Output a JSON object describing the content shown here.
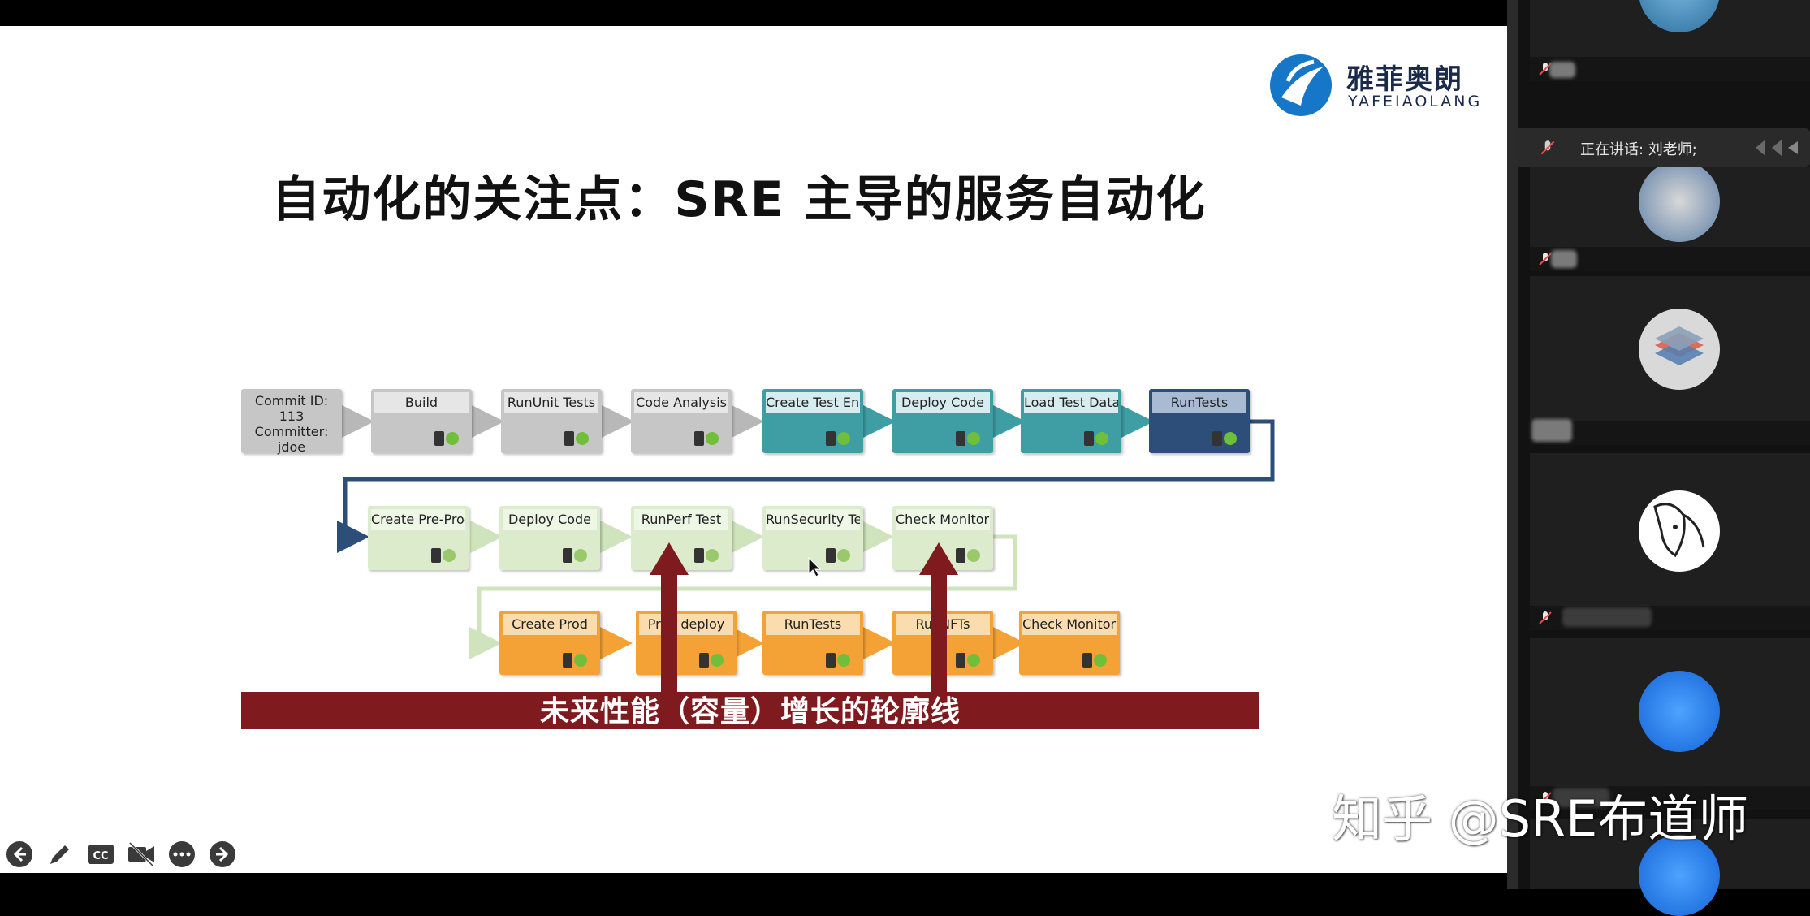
{
  "slide": {
    "title": "自动化的关注点：SRE 主导的服务自动化",
    "logo": {
      "cn": "雅菲奥朗",
      "en": "YAFEIAOLANG"
    },
    "commit": {
      "line1": "Commit ID: 113",
      "line2": "Committer:",
      "line3": "jdoe"
    },
    "row1": [
      "Build",
      "RunUnit Tests",
      "Code Analysis",
      "Create Test Env",
      "Deploy Code",
      "Load Test Data",
      "RunTests"
    ],
    "row2": [
      "Create Pre-Prod",
      "Deploy Code",
      "RunPerf Test",
      "RunSecurity Test",
      "Check Monitors"
    ],
    "row3": [
      "Create Prod",
      "Prod deploy",
      "RunTests",
      "RunNFTs",
      "Check Monitors"
    ],
    "banner": "未来性能（容量）增长的轮廓线"
  },
  "sidebar": {
    "speaking_label": "正在讲话: 刘老师;"
  },
  "watermark": "知乎 @SRE布道师",
  "toolbar": {
    "icons": [
      "back-arrow-icon",
      "pen-icon",
      "closed-caption-icon",
      "video-off-icon",
      "more-icon",
      "forward-arrow-icon"
    ]
  },
  "colors": {
    "gray": "#c6c6c6",
    "teal": "#3f9ea4",
    "navy": "#2c4e79",
    "light_green": "#dbebcc",
    "orange": "#f4a236",
    "banner": "#7f1a1e"
  }
}
